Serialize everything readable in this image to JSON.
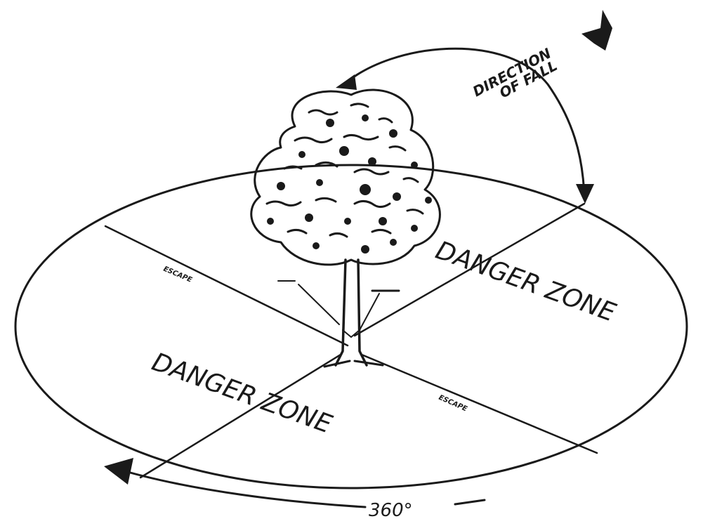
{
  "labels": {
    "direction_of_fall_line1": "DIRECTION",
    "direction_of_fall_line2": "OF FALL",
    "danger_zone_right": "DANGER ZONE",
    "danger_zone_left": "DANGER ZONE",
    "escape_left": "ESCAPE",
    "escape_right": "ESCAPE",
    "degrees": "360°"
  }
}
